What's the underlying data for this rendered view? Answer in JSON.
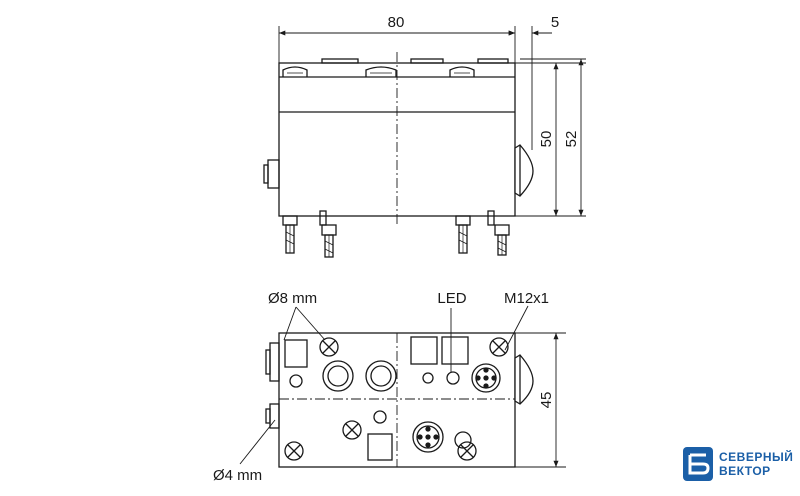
{
  "dimensions": {
    "width_top": "80",
    "offset_right": "5",
    "height_inner": "50",
    "height_total": "52",
    "height_bottom_view": "45"
  },
  "callouts": {
    "hole_large": "Ø8 mm",
    "hole_small": "Ø4 mm",
    "led": "LED",
    "connector": "M12x1"
  },
  "logo": {
    "line1": "СЕВЕРНЫЙ",
    "line2": "ВЕКТОР",
    "color": "#1b5fa7"
  }
}
